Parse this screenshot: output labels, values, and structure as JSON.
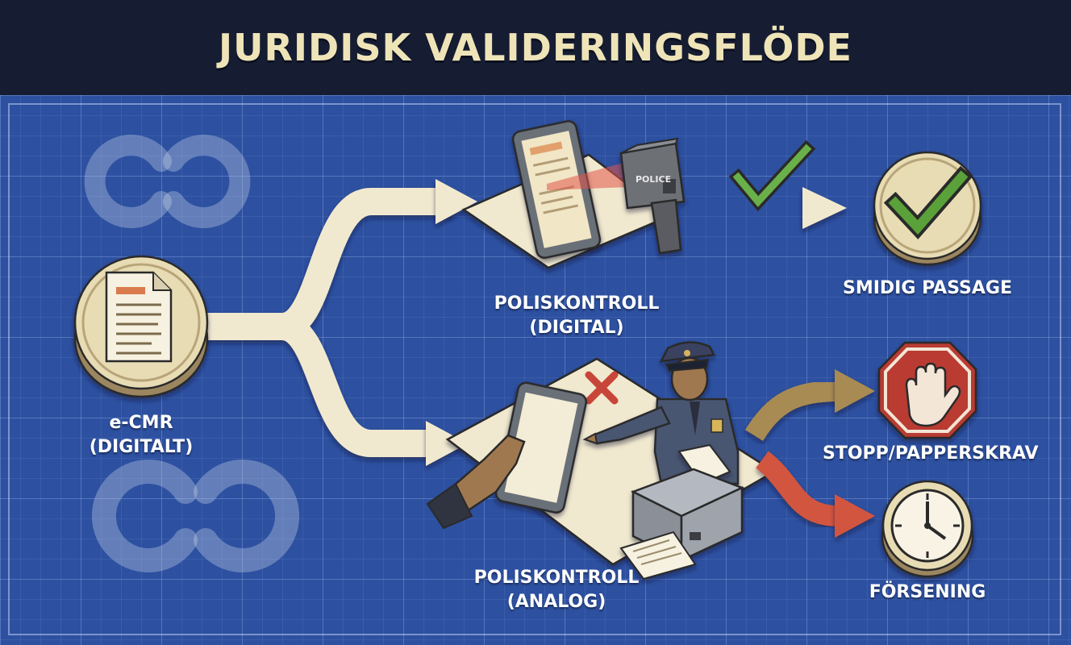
{
  "title": "JURIDISK VALIDERINGSFLÖDE",
  "nodes": {
    "source": {
      "line1": "e-CMR",
      "line2": "(DIGITALT)"
    },
    "check_digital": {
      "line1": "POLISKONTROLL",
      "line2": "(DIGITAL)"
    },
    "check_analog": {
      "line1": "POLISKONTROLL",
      "line2": "(ANALOG)"
    }
  },
  "outcomes": {
    "pass": "SMIDIG PASSAGE",
    "stop": "STOPP/PAPPERSKRAV",
    "delay": "FÖRSENING"
  },
  "device_label": "POLICE",
  "colors": {
    "header_bg": "#161d33",
    "board_bg": "#2d50a0",
    "path": "#f1e9cf",
    "ok_green": "#5aa13a",
    "stop_red": "#c8453a",
    "stop_path": "#a88a52",
    "delay_path": "#d2553f"
  },
  "icons": [
    "document-icon",
    "tablet-icon",
    "scanner-icon",
    "checkmark-icon",
    "cross-icon",
    "police-officer-icon",
    "printer-icon",
    "hand-stop-icon",
    "clock-icon",
    "link-watermark-icon"
  ]
}
